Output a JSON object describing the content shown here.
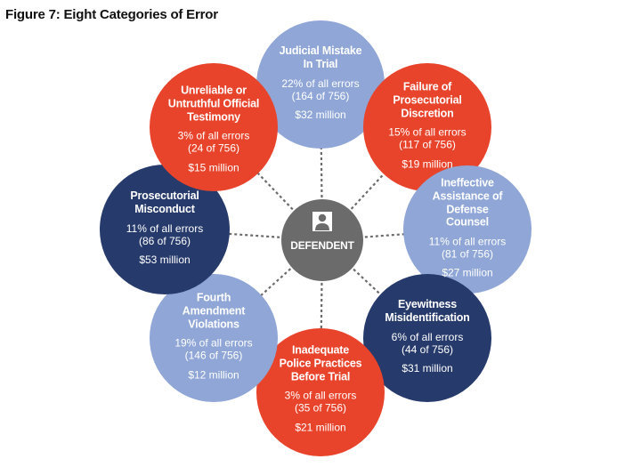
{
  "title": "Figure 7: Eight Categories of Error",
  "center": {
    "label": "DEFENDENT",
    "icon": "person-icon",
    "color": "#6b6b6b"
  },
  "colors": {
    "red": "#e8442c",
    "navy": "#263a6b",
    "light_blue": "#8fa6d6",
    "connector": "#6b6b6b"
  },
  "categories": [
    {
      "id": "judicial-mistake",
      "label": "Judicial Mistake\nIn Trial",
      "pct": "22% of all errors",
      "count": "(164 of 756)",
      "amount": "$32 million",
      "color": "#8fa6d6"
    },
    {
      "id": "prosecutorial-discretion",
      "label": "Failure of\nProsecutorial Discretion",
      "pct": "15% of all errors",
      "count": "(117 of 756)",
      "amount": "$19 million",
      "color": "#e8442c"
    },
    {
      "id": "ineffective-assistance",
      "label": "Ineffective\nAssistance of Defense\nCounsel",
      "pct": "11% of all errors",
      "count": "(81 of 756)",
      "amount": "$27 million",
      "color": "#8fa6d6"
    },
    {
      "id": "eyewitness",
      "label": "Eyewitness\nMisidentification",
      "pct": "6% of all errors",
      "count": "(44 of 756)",
      "amount": "$31 million",
      "color": "#263a6b"
    },
    {
      "id": "police-practices",
      "label": "Inadequate\nPolice Practices\nBefore Trial",
      "pct": "3% of all errors",
      "count": "(35 of 756)",
      "amount": "$21 million",
      "color": "#e8442c"
    },
    {
      "id": "fourth-amendment",
      "label": "Fourth\nAmendment Violations",
      "pct": "19% of all errors",
      "count": "(146 of 756)",
      "amount": "$12 million",
      "color": "#8fa6d6"
    },
    {
      "id": "prosecutorial-misconduct",
      "label": "Prosecutorial\nMisconduct",
      "pct": "11% of all errors",
      "count": "(86 of 756)",
      "amount": "$53 million",
      "color": "#263a6b"
    },
    {
      "id": "unreliable-testimony",
      "label": "Unreliable or\nUntruthful Official\nTestimony",
      "pct": "3% of all errors",
      "count": "(24 of 756)",
      "amount": "$15 million",
      "color": "#e8442c"
    }
  ]
}
